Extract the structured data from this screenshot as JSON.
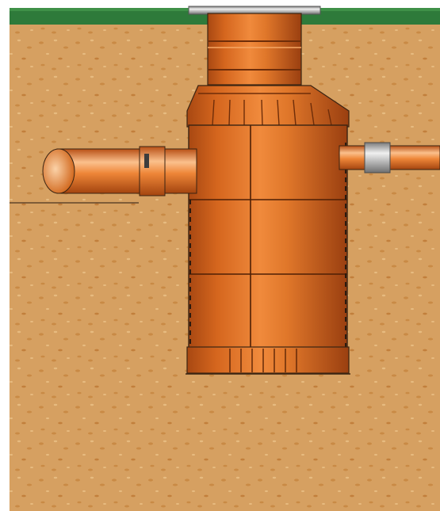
{
  "diagram": {
    "subject": "underground-chamber-cross-section",
    "parts": {
      "surface": "grass-strip",
      "ground": "sandy-soil",
      "chamber": "cylindrical-orange-tank",
      "riser": "top-access-shaft",
      "cover": "grey-frame",
      "inlet_pipe": "left-pipe",
      "outlet_pipe": "right-pipe",
      "coupling": "grey-coupling",
      "base": "ribbed-base",
      "ground_line": "left-horizontal-line"
    },
    "colors": {
      "grass": "#2e7a3a",
      "soil": "#d6a061",
      "soil_speckle": "#c98a45",
      "soil_light": "#e7bb80",
      "pipe_orange": "#e0772a",
      "pipe_dark": "#a84812",
      "pipe_light": "#f7b27a",
      "coupling_grey": "#b6b6b6",
      "outline": "#3a2412",
      "page": "#ffffff"
    }
  }
}
